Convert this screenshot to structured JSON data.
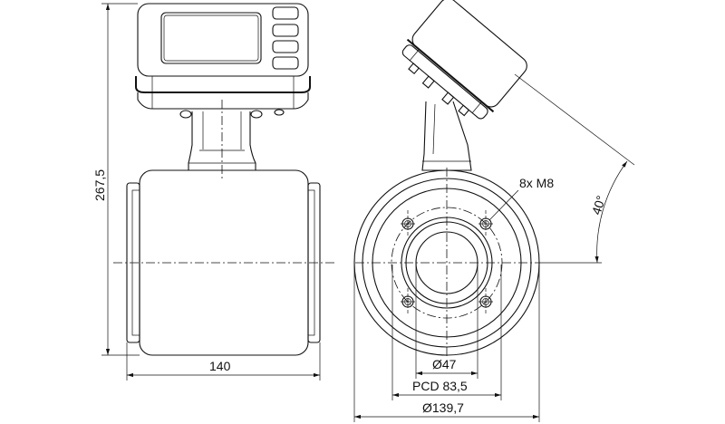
{
  "drawing": {
    "dimensions": {
      "height_total": "267,5",
      "body_length": "140",
      "bolts": "8x M8",
      "angle": "40°",
      "bore": "Ø47",
      "pcd": "PCD 83,5",
      "flange_outer": "Ø139,7"
    },
    "stroke_color": "#111111",
    "background": "#ffffff"
  }
}
